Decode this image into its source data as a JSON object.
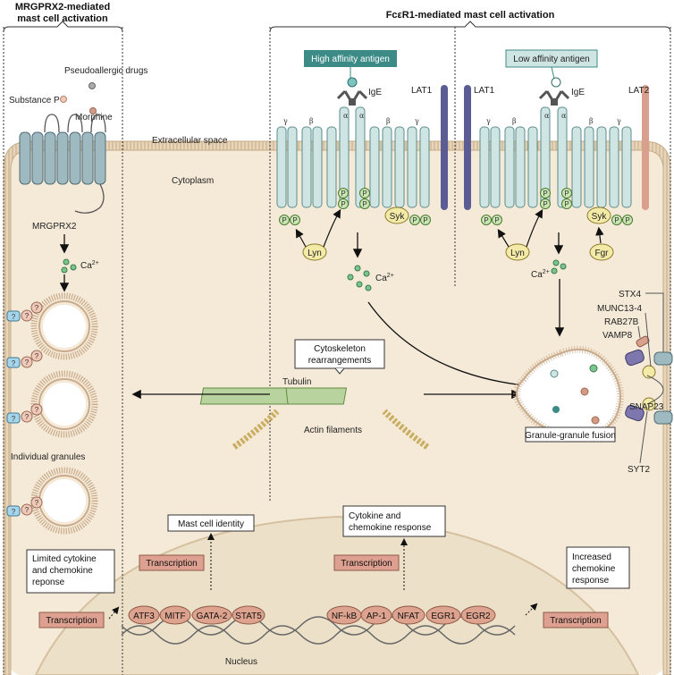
{
  "headers": {
    "left_line1": "MRGPRX2-mediated",
    "left_line2": "mast cell activation",
    "right": "FcεR1-mediated mast cell activation"
  },
  "regions": {
    "extracellular": "Extracellular space",
    "cytoplasm": "Cytoplasm",
    "nucleus": "Nucleus"
  },
  "mrgprx2": {
    "drugs": "Pseudoallergic drugs",
    "substance_p": "Substance P",
    "morphine": "Morphine",
    "receptor": "MRGPRX2",
    "calcium": "Ca",
    "calcium_sup": "2+",
    "individual_granules": "Individual granules",
    "q": "?"
  },
  "fceri": {
    "high_antigen": "High affinity antigen",
    "low_antigen": "Low affinity antigen",
    "ige": "IgE",
    "lat1": "LAT1",
    "lat2": "LAT2",
    "lyn": "Lyn",
    "syk": "Syk",
    "fgr": "Fgr",
    "p": "P",
    "gamma": "γ",
    "beta": "β",
    "alpha": "α",
    "calcium": "Ca",
    "calcium_sup": "2+"
  },
  "cytoskeleton": {
    "label_line1": "Cytoskeleton",
    "label_line2": "rearrangements",
    "tubulin": "Tubulin",
    "actin": "Actin filaments"
  },
  "fusion": {
    "stx4": "STX4",
    "munc": "MUNC13-4",
    "rab": "RAB27B",
    "vamp": "VAMP8",
    "snap": "SNAP23",
    "syt": "SYT2",
    "label": "Granule-granule fusion"
  },
  "outputs": {
    "identity": "Mast cell identity",
    "cytokine_line1": "Cytokine and",
    "cytokine_line2": "chemokine response",
    "limited_line1": "Limited cytokine",
    "limited_line2": "and chemokine",
    "limited_line3": "reponse",
    "increased_line1": "Increased",
    "increased_line2": "chemokine",
    "increased_line3": "response",
    "transcription": "Transcription"
  },
  "tfs": [
    "ATF3",
    "MITF",
    "GATA-2",
    "STAT5",
    "NF-kB",
    "AP-1",
    "NFAT",
    "EGR1",
    "EGR2"
  ],
  "colors": {
    "cell_bg": "#f5ead8",
    "membrane": "#d8c3a2",
    "receptor_fill": "#cfe5e4",
    "receptor_stroke": "#5d8d8c",
    "lat1": "#5a5c93",
    "lat2": "#d9a08d",
    "p_fill": "#c9e5b2",
    "kinase_fill": "#f3eaa8",
    "transcription_fill": "#dea090",
    "tf_fill": "#dda38e",
    "antigen_box": "#3c8b87",
    "nucleus_fill": "#ece0c8",
    "granule_ring": "#c9ab8c",
    "q_blue": "#a6d4ea",
    "q_pink": "#f0c8b8",
    "tubulin": "#7fa85f",
    "actin": "#c9ae62",
    "vamp": "#7e77ae",
    "stx4": "#9fb9c1",
    "snap": "#f3eaa8"
  }
}
